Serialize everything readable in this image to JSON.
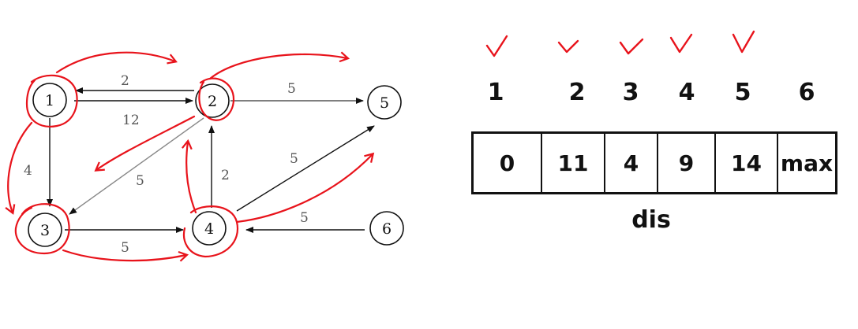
{
  "graph": {
    "nodes": [
      {
        "id": "n1",
        "label": "1"
      },
      {
        "id": "n2",
        "label": "2"
      },
      {
        "id": "n3",
        "label": "3"
      },
      {
        "id": "n4",
        "label": "4"
      },
      {
        "id": "n5",
        "label": "5"
      },
      {
        "id": "n6",
        "label": "6"
      }
    ],
    "edges": [
      {
        "from": "2",
        "to": "1",
        "weight": "2"
      },
      {
        "from": "1",
        "to": "2",
        "weight": "12"
      },
      {
        "from": "2",
        "to": "5",
        "weight": "5"
      },
      {
        "from": "1",
        "to": "3",
        "weight": "4"
      },
      {
        "from": "2",
        "to": "3",
        "weight": "5"
      },
      {
        "from": "4",
        "to": "2",
        "weight": "2"
      },
      {
        "from": "4",
        "to": "5",
        "weight": "5"
      },
      {
        "from": "3",
        "to": "4",
        "weight": "5"
      },
      {
        "from": "6",
        "to": "4",
        "weight": "5"
      }
    ],
    "annotation_color": "#e8131b"
  },
  "table": {
    "indices": [
      "1",
      "2",
      "3",
      "4",
      "5",
      "6"
    ],
    "values": [
      "0",
      "11",
      "4",
      "9",
      "14",
      "max"
    ],
    "visited": [
      true,
      true,
      true,
      true,
      true,
      false
    ],
    "caption": "dis"
  }
}
